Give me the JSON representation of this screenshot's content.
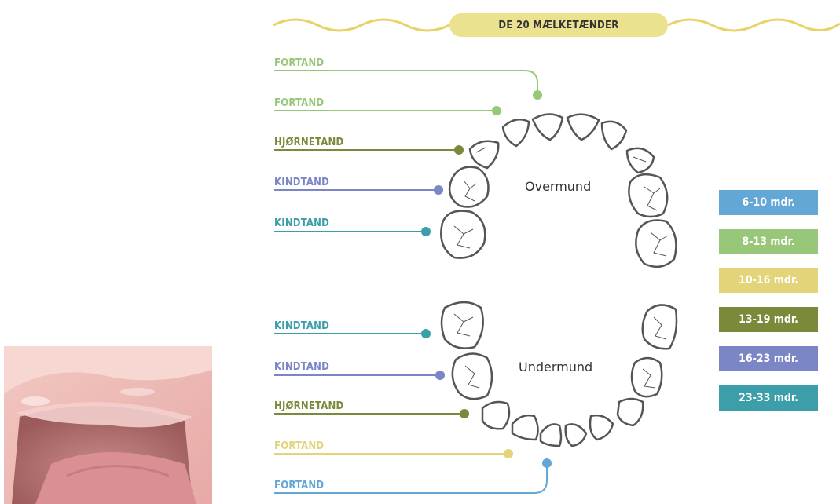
{
  "title": "DE 20 MÆLKETÆNDER",
  "upper_label": "Overmund",
  "lower_label": "Undermund",
  "colors": {
    "c1": "#62a7d6",
    "c2": "#99c77a",
    "c3": "#e3d47a",
    "c4": "#7a8a3b",
    "c5": "#7a86c6",
    "c6": "#3c9ea8",
    "wave": "#e7d36a"
  },
  "upper_teeth_labels": [
    "FORTAND",
    "FORTAND",
    "HJØRNETAND",
    "KINDTAND",
    "KINDTAND"
  ],
  "lower_teeth_labels": [
    "KINDTAND",
    "KINDTAND",
    "HJØRNETAND",
    "FORTAND",
    "FORTAND"
  ],
  "legend": [
    {
      "label": "6-10 mdr."
    },
    {
      "label": "8-13 mdr."
    },
    {
      "label": "10-16 mdr."
    },
    {
      "label": "13-19 mdr."
    },
    {
      "label": "16-23 mdr."
    },
    {
      "label": "23-33 mdr."
    }
  ]
}
